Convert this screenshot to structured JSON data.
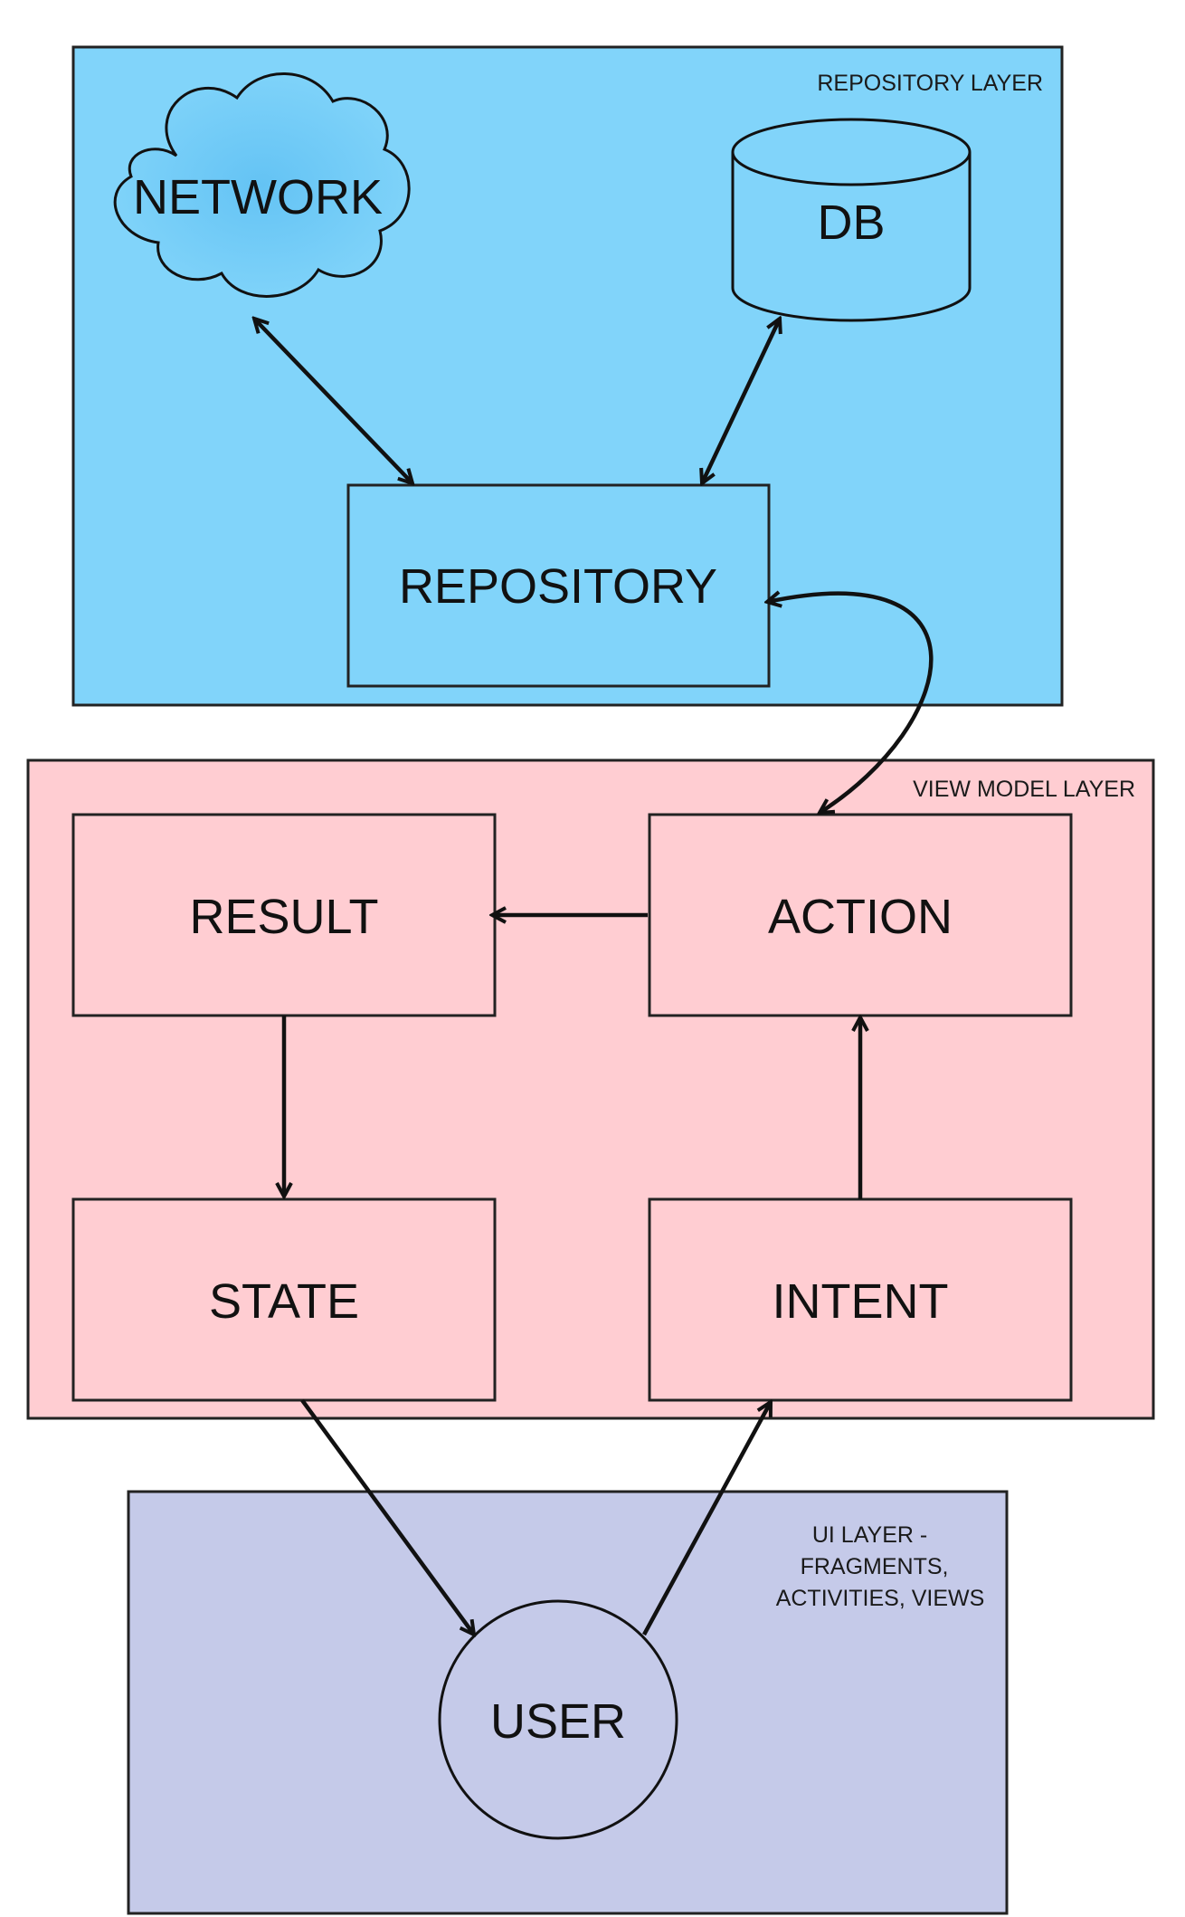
{
  "layers": {
    "repository": {
      "label": "REPOSITORY LAYER",
      "color": "#81d4fa"
    },
    "viewmodel": {
      "label": "VIEW MODEL LAYER",
      "color": "#ffcdd2"
    },
    "ui": {
      "label_lines": [
        "UI LAYER -",
        "FRAGMENTS,",
        "ACTIVITIES, VIEWS"
      ],
      "color": "#c5cae9"
    }
  },
  "nodes": {
    "network": "NETWORK",
    "db": "DB",
    "repository": "REPOSITORY",
    "result": "RESULT",
    "action": "ACTION",
    "state": "STATE",
    "intent": "INTENT",
    "user": "USER"
  },
  "edges": [
    {
      "from": "network",
      "to": "repository",
      "direction": "both"
    },
    {
      "from": "db",
      "to": "repository",
      "direction": "both"
    },
    {
      "from": "repository",
      "to": "action",
      "direction": "both"
    },
    {
      "from": "action",
      "to": "result",
      "direction": "forward"
    },
    {
      "from": "result",
      "to": "state",
      "direction": "forward"
    },
    {
      "from": "state",
      "to": "user",
      "direction": "forward"
    },
    {
      "from": "user",
      "to": "intent",
      "direction": "forward"
    },
    {
      "from": "intent",
      "to": "action",
      "direction": "forward"
    }
  ],
  "colors": {
    "cloud_center": "#64c3f4",
    "stroke": "#111111"
  }
}
